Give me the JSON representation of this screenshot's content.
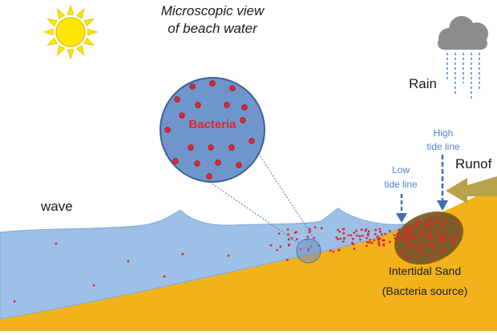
{
  "title": {
    "line1": "Microscopic view",
    "line2": "of beach water"
  },
  "labels": {
    "rain": "Rain",
    "runoff": "Runof",
    "wave": "wave",
    "bacteria": "Bacteria",
    "low_tide_line1": "Low",
    "low_tide_line2": "tide line",
    "high_tide_line1": "High",
    "high_tide_line2": "tide line",
    "sand_line1": "Intertidal Sand",
    "sand_line2": "(Bacteria source)"
  },
  "icons": [
    "sun-icon",
    "rain-cloud-icon",
    "runoff-arrow-icon"
  ],
  "colors": {
    "water": "#9dc0e6",
    "water_edge": "#7fa9d8",
    "sand": "#f2b21c",
    "sand_edge": "#8a5a00",
    "bacteria": "#e0262c",
    "sun": "#ffe600",
    "sun_ray": "#e8c800",
    "cloud": "#8c8c8c",
    "rain": "#4a86c8",
    "runoff_arrow": "#b8a24a",
    "label_blue": "#4a86c8"
  }
}
